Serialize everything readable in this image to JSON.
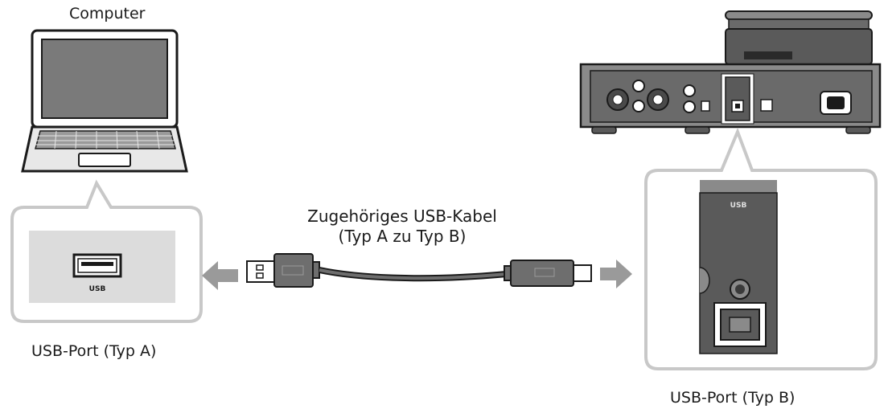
{
  "labels": {
    "computer": "Computer",
    "cable_line1": "Zugehöriges USB-Kabel",
    "cable_line2": "(Typ A zu Typ B)",
    "port_a": "USB-Port (Typ A)",
    "port_b": "USB-Port (Typ B)"
  },
  "port_texts": {
    "laptop_port": "USB",
    "device_port": "USB"
  },
  "colors": {
    "outline": "#1a1a1a",
    "panel_gray": "#dcdcdc",
    "arrow_gray": "#9a9a9a",
    "device_gray": "#5a5a5a",
    "callout_border": "#c8c8c8"
  }
}
